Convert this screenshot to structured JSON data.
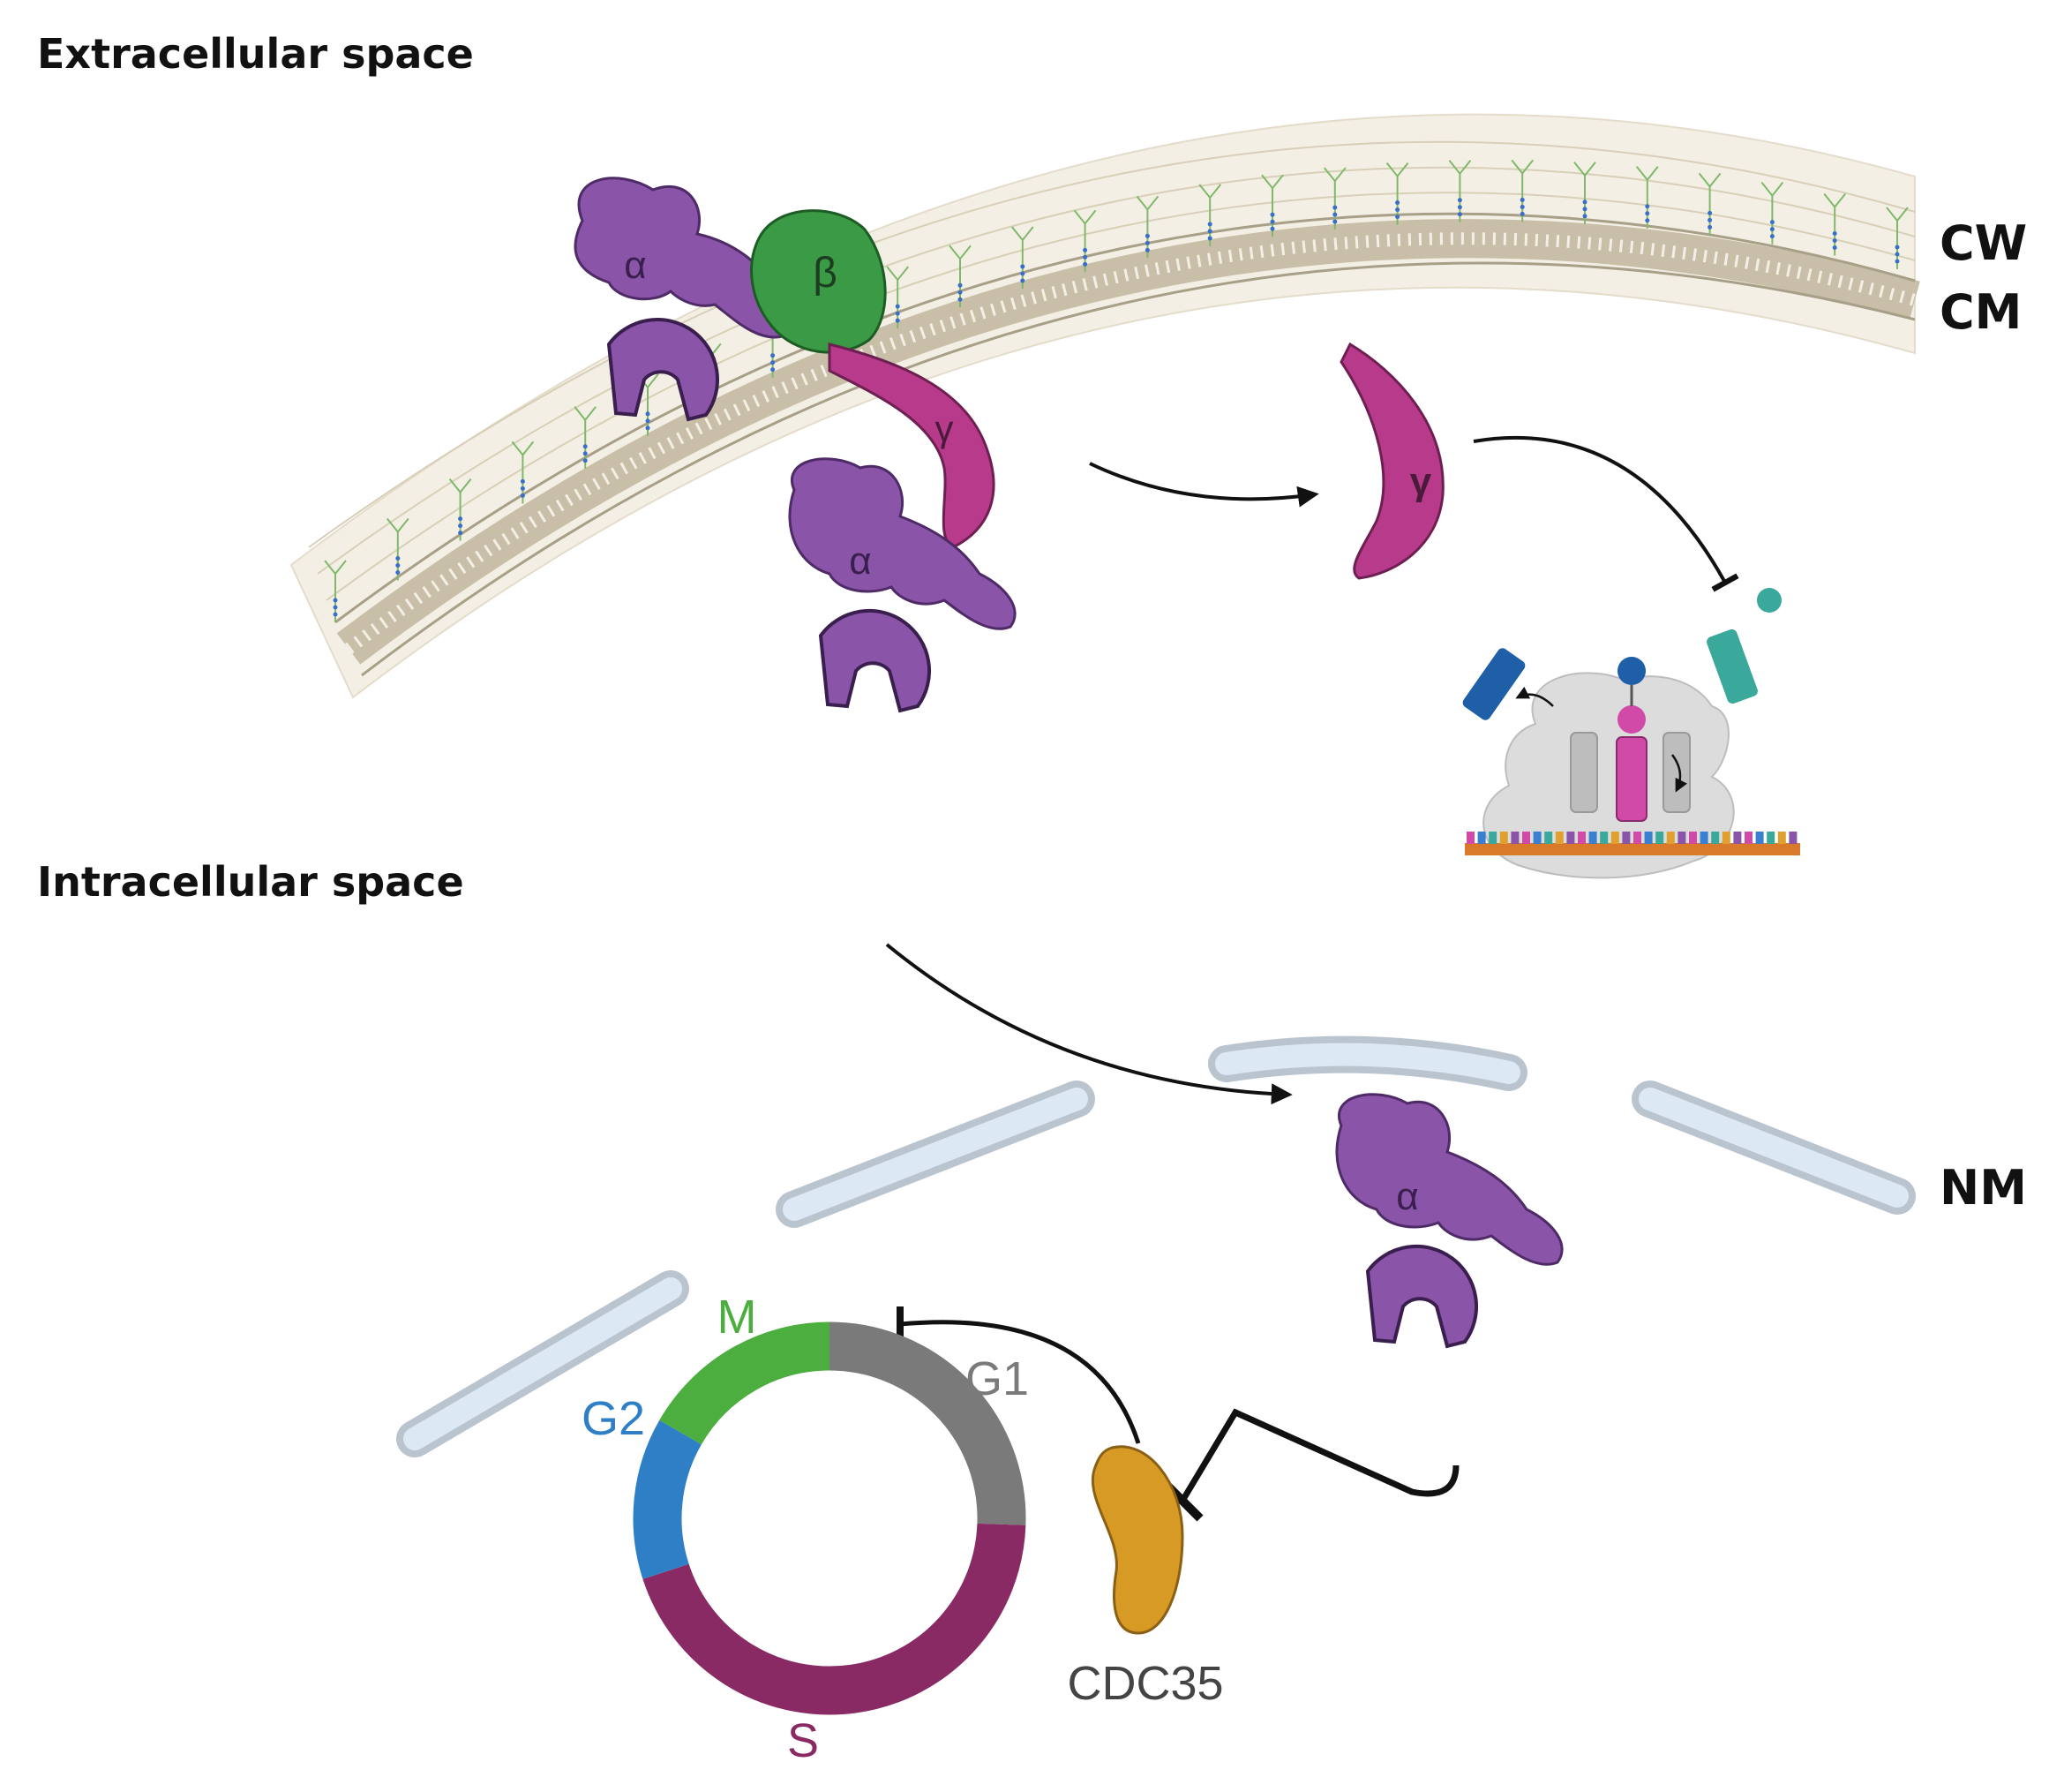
{
  "labels": {
    "extracellular": "Extracellular space",
    "intracellular": "Intracellular space",
    "cell_wall": "CW",
    "cell_membrane": "CM",
    "nuclear_membrane": "NM"
  },
  "proteins": {
    "alpha": "α",
    "beta": "β",
    "gamma": "γ",
    "cdc35": "CDC35"
  },
  "cell_cycle": {
    "phases": [
      {
        "name": "G1",
        "color": "#7a7a7a"
      },
      {
        "name": "S",
        "color": "#8a2a65"
      },
      {
        "name": "G2",
        "color": "#2f7fc6"
      },
      {
        "name": "M",
        "color": "#4cae3e"
      }
    ]
  },
  "colors": {
    "alpha": "#8a55a8",
    "beta": "#3a9a45",
    "gamma": "#b83a8a",
    "cdc35": "#d69a25",
    "membrane": "#c9bfa8",
    "nuclear_envelope": "#dce9f5"
  }
}
